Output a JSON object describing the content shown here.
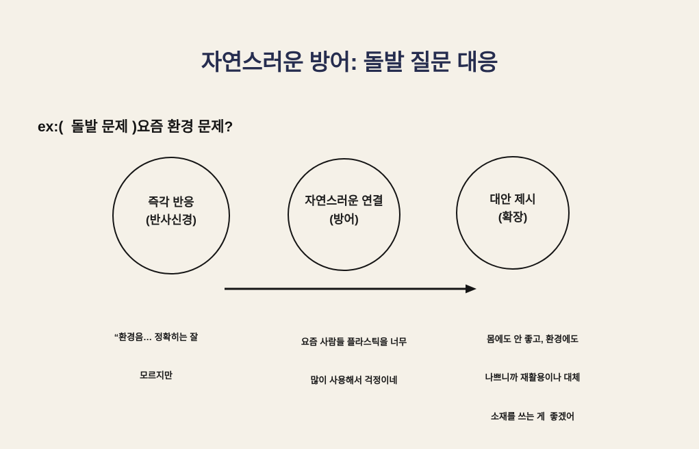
{
  "colors": {
    "background": "#f5f1e8",
    "title": "#262d4f",
    "body_text": "#171717",
    "stroke": "#151515"
  },
  "slide": {
    "title": "자연스러운 방어: 돌발 질문 대응",
    "example_question": "ex:(  돌발 문제 )요즘 환경 문제?",
    "steps": [
      {
        "label_line1": "즉각 반응",
        "label_line2": "(반사신경)",
        "caption_lines": [
          "“환경음… 정확히는 잘",
          "모르지만"
        ]
      },
      {
        "label_line1": "자연스러운 연결",
        "label_line2": "(방어)",
        "caption_lines": [
          "요즘 사람들 플라스틱을 너무",
          "많이 사용해서 걱정이네"
        ]
      },
      {
        "label_line1": "대안 제시",
        "label_line2": "(확장)",
        "caption_lines": [
          "몸에도 안 좋고, 환경에도",
          "나쁘니까 재활용이나 대체",
          "소재를 쓰는 게  좋겠어"
        ]
      }
    ],
    "arrow": {
      "direction": "right"
    }
  }
}
